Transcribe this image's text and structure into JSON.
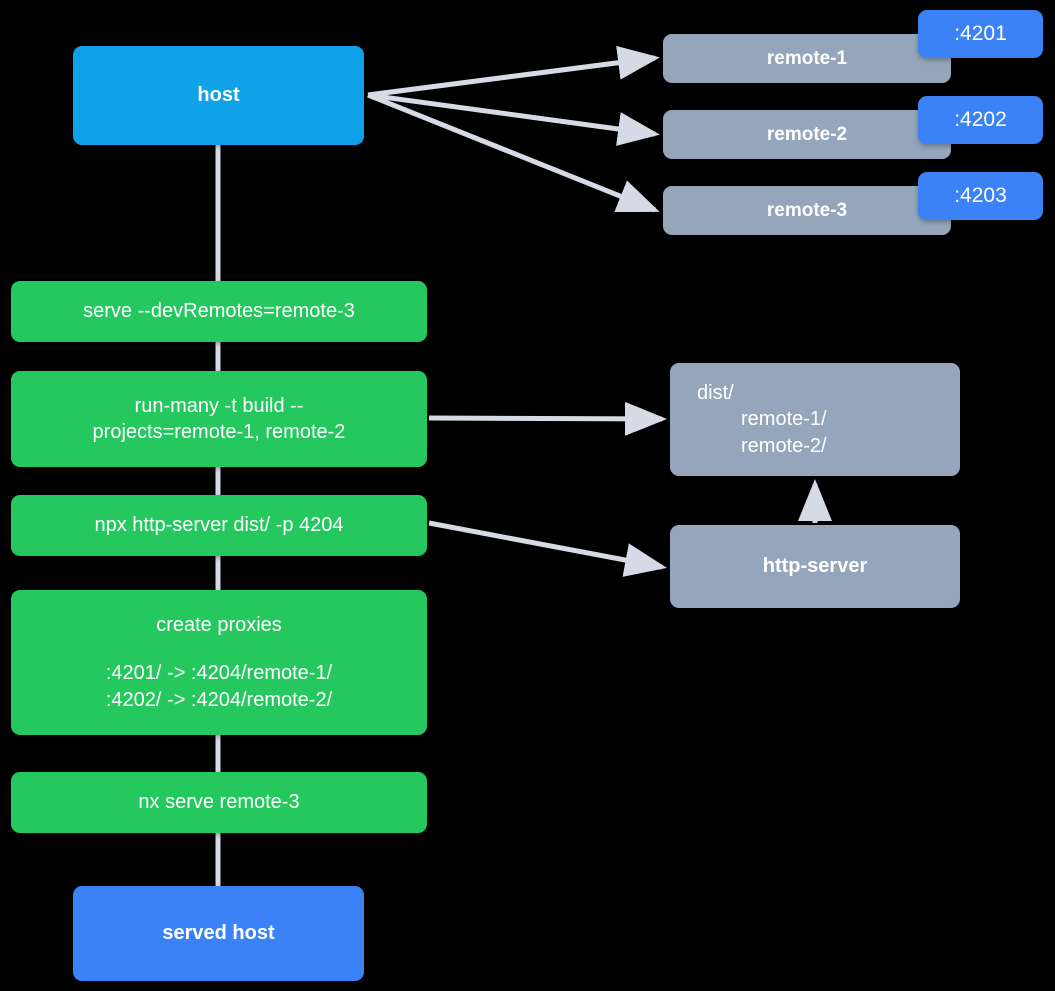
{
  "diagram": {
    "title": "host / remotes serve flow",
    "colors": {
      "background": "#000000",
      "host": "#0fa2e8",
      "remote": "#95a5bb",
      "badge": "#3b82f6",
      "command": "#25c75f",
      "served_host": "#3b82f6",
      "connector": "#d6dae6",
      "label_text": "#ffffff"
    }
  },
  "nodes": {
    "host": {
      "label": "host"
    },
    "remotes": [
      {
        "label": "remote-1",
        "port": ":4201"
      },
      {
        "label": "remote-2",
        "port": ":4202"
      },
      {
        "label": "remote-3",
        "port": ":4203"
      }
    ],
    "commands": [
      {
        "id": "serve",
        "lines": [
          "serve --devRemotes=remote-3"
        ]
      },
      {
        "id": "run-many",
        "lines": [
          "run-many -t build --",
          "projects=remote-1, remote-2"
        ]
      },
      {
        "id": "npx-http-server",
        "lines": [
          "npx http-server dist/ -p 4204"
        ]
      },
      {
        "id": "create-proxies",
        "lines": [
          "create proxies",
          ":4201/ -> :4204/remote-1/",
          ":4202/ -> :4204/remote-2/"
        ]
      },
      {
        "id": "nx-serve-remote-3",
        "lines": [
          "nx serve remote-3"
        ]
      }
    ],
    "dist": {
      "lines": [
        "dist/",
        "remote-1/",
        "remote-2/"
      ]
    },
    "http_server": {
      "label": "http-server"
    },
    "served_host": {
      "label": "served host"
    }
  }
}
